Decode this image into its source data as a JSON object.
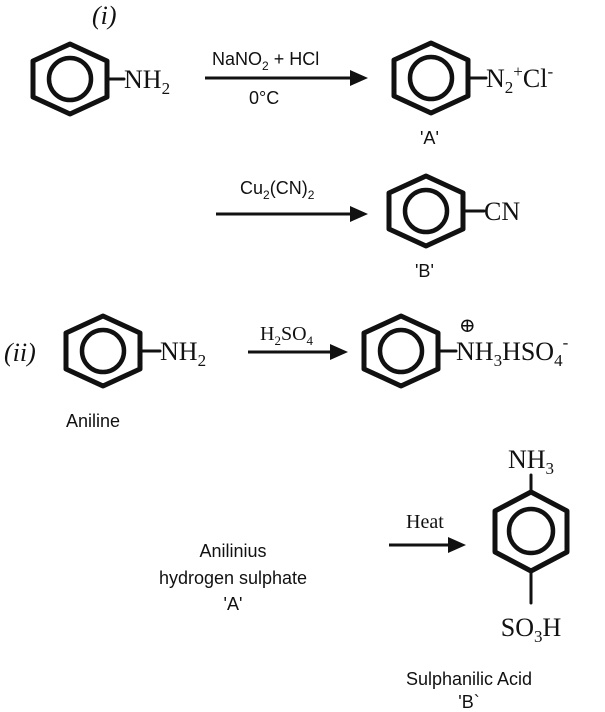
{
  "part_i": {
    "label": "(i)",
    "reactant_group": "NH",
    "reactant_sub": "2",
    "step1": {
      "reagent_a": "NaNO",
      "reagent_a_sub": "2",
      "reagent_b": " + HCl",
      "condition": "0°C"
    },
    "product_a": {
      "group": "N",
      "group_sub": "2",
      "charge": "+",
      "counter_ion": "Cl",
      "counter_charge": "-",
      "label": "'A'"
    },
    "step2": {
      "reagent_a": "Cu",
      "reagent_a_sub": "2",
      "reagent_b": "(CN)",
      "reagent_b_sub": "2"
    },
    "product_b": {
      "group": "CN",
      "label": "'B'"
    }
  },
  "part_ii": {
    "label": "(ii)",
    "reactant_group": "NH",
    "reactant_sub": "2",
    "reactant_name": "Aniline",
    "step1": {
      "reagent_a": "H",
      "reagent_a_sub": "2",
      "reagent_b": "SO",
      "reagent_b_sub": "4"
    },
    "salt": {
      "charge_symbol": "⊕",
      "group_a": "NH",
      "group_a_sub": "3",
      "group_b": "HSO",
      "group_b_sub": "4",
      "group_b_charge": "-"
    },
    "intermediate": {
      "line1": "Anilinius",
      "line2": "hydrogen sulphate",
      "line3": "'A'"
    },
    "step2": {
      "condition": "Heat"
    },
    "final_product": {
      "top_group": "NH",
      "top_sub": "3",
      "bottom_group_a": "SO",
      "bottom_sub": "3",
      "bottom_group_b": "H",
      "name": "Sulphanilic Acid",
      "label": "'B`"
    }
  }
}
